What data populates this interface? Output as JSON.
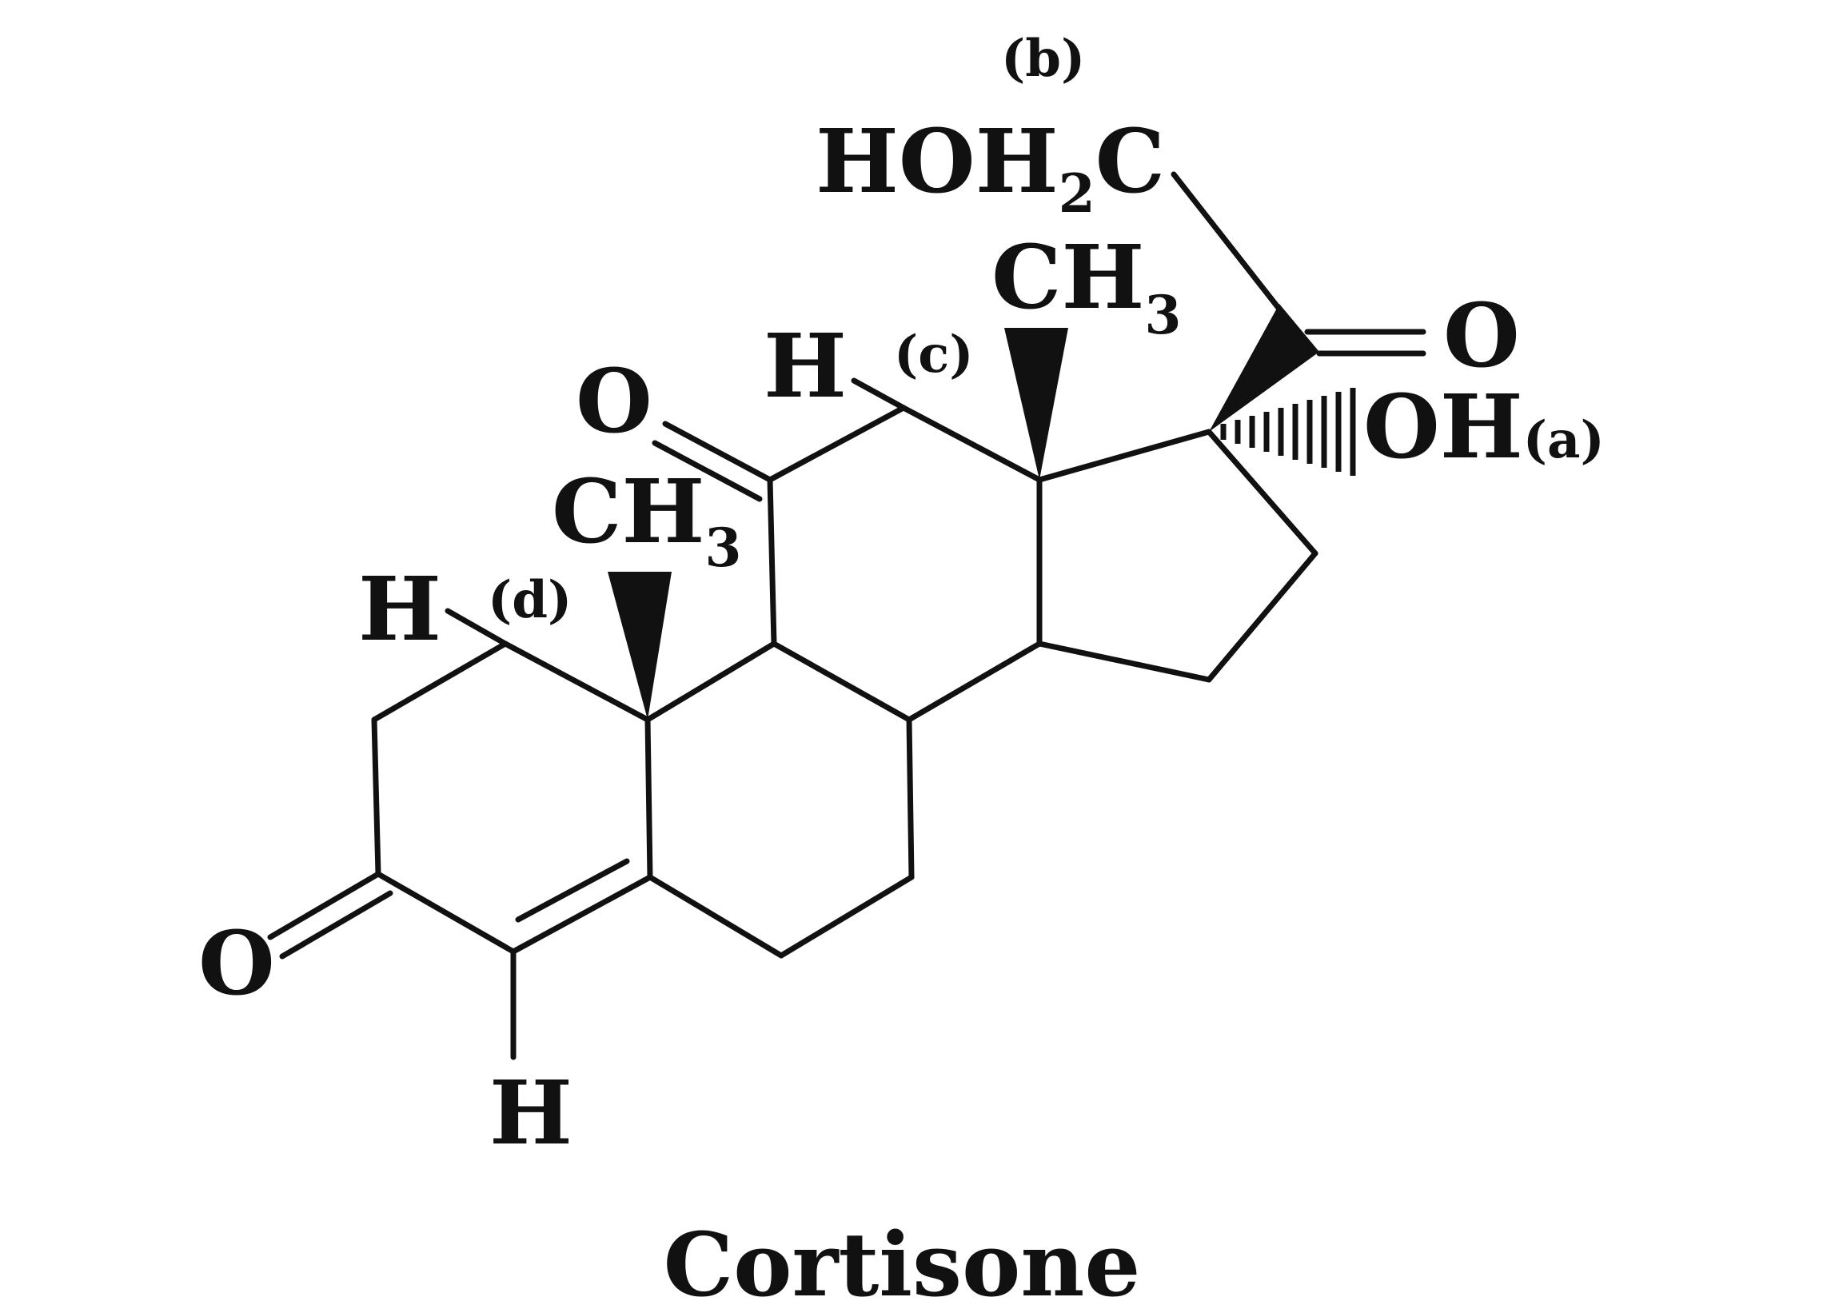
{
  "title": "Cortisone",
  "labels": {
    "o3": "O",
    "o11": "O",
    "o20": "O",
    "h4": "H",
    "h_d": "H",
    "h_c": "H",
    "tag_d": "(d)",
    "tag_c": "(c)",
    "tag_b": "(b)",
    "tag_a": "(a)",
    "ch3_19_main": "CH",
    "ch3_19_sub": "3",
    "ch3_18_main": "CH",
    "ch3_18_sub": "3",
    "oh_main": "OH",
    "hoh2c_a": "HOH",
    "hoh2c_sub": "2",
    "hoh2c_b": "C"
  }
}
